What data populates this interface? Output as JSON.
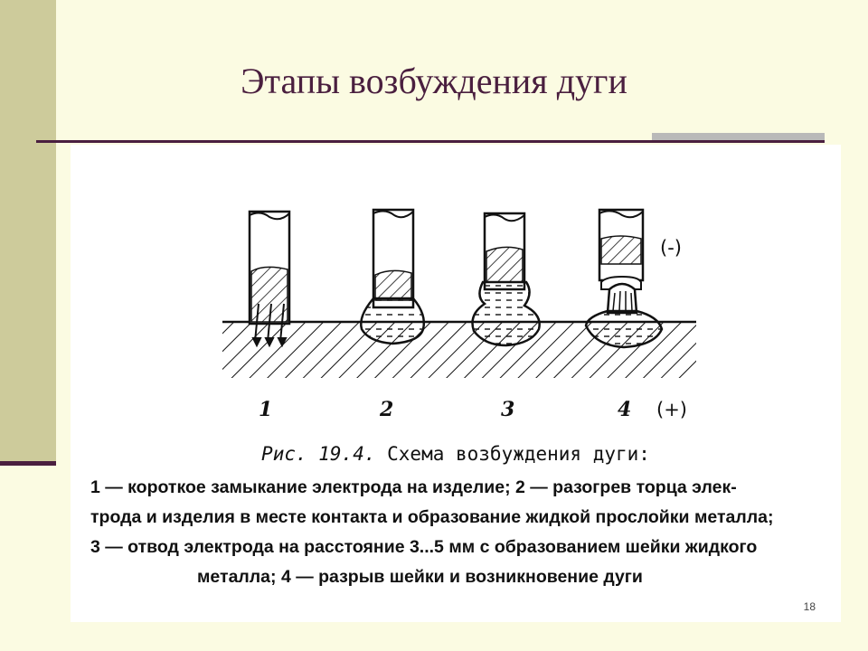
{
  "slide": {
    "title": "Этапы возбуждения дуги",
    "page_number": "18"
  },
  "figure": {
    "stage_labels": [
      "1",
      "2",
      "3",
      "4"
    ],
    "electrode_polarity": "(-)",
    "workpiece_polarity": "(+)",
    "caption_prefix": "Рис. 19.4.",
    "caption_title": "Схема возбуждения дуги:",
    "caption_lines": [
      "1 — короткое замыкание электрода на изделие; 2 — разогрев торца элек-",
      "трода и изделия в месте контакта и образование жидкой прослойки металла;",
      "3 — отвод электрода на расстояние 3...5 мм с образованием шейки жидкого",
      "металла; 4 — разрыв шейки и возникновение дуги"
    ]
  }
}
